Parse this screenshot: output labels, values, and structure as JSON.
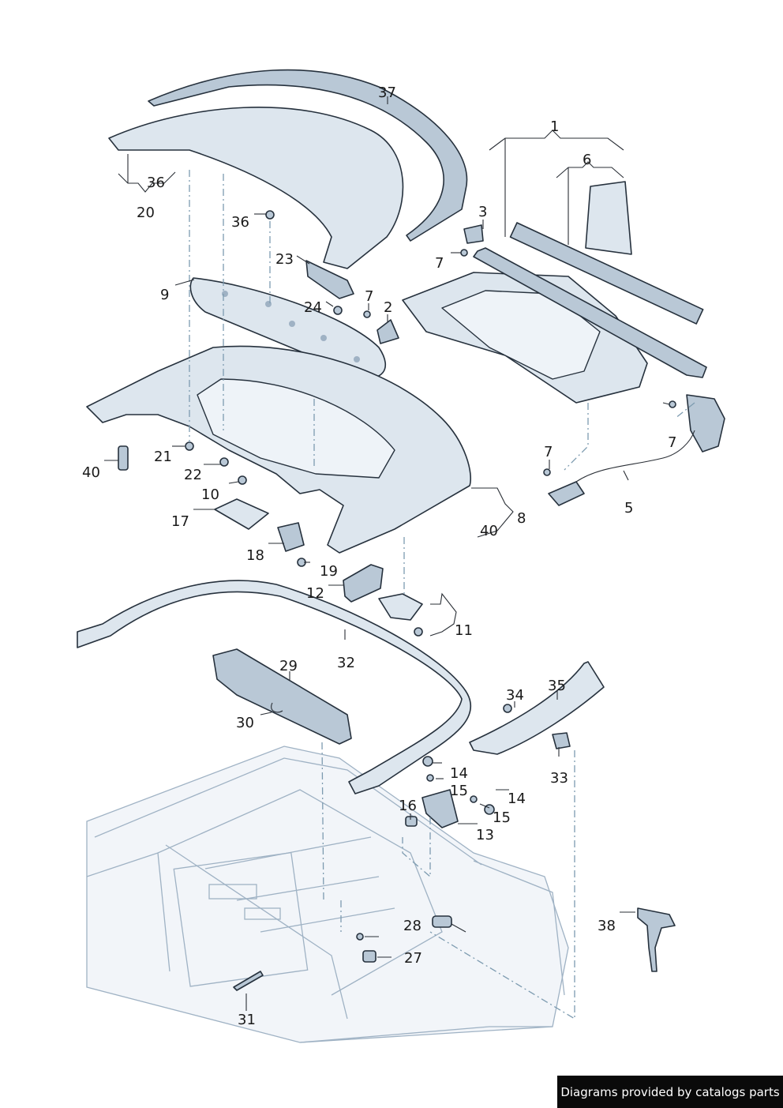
{
  "callouts": [
    {
      "id": "c37",
      "text": "37"
    },
    {
      "id": "c1",
      "text": "1"
    },
    {
      "id": "c6",
      "text": "6"
    },
    {
      "id": "c36a",
      "text": "36"
    },
    {
      "id": "c20",
      "text": "20"
    },
    {
      "id": "c36b",
      "text": "36"
    },
    {
      "id": "c3",
      "text": "3"
    },
    {
      "id": "c23",
      "text": "23"
    },
    {
      "id": "c7a",
      "text": "7"
    },
    {
      "id": "c9",
      "text": "9"
    },
    {
      "id": "c7b",
      "text": "7"
    },
    {
      "id": "c24",
      "text": "24"
    },
    {
      "id": "c2",
      "text": "2"
    },
    {
      "id": "c7c",
      "text": "7"
    },
    {
      "id": "c7d",
      "text": "7"
    },
    {
      "id": "c21",
      "text": "21"
    },
    {
      "id": "c40a",
      "text": "40"
    },
    {
      "id": "c22",
      "text": "22"
    },
    {
      "id": "c10",
      "text": "10"
    },
    {
      "id": "c17",
      "text": "17"
    },
    {
      "id": "c8",
      "text": "8"
    },
    {
      "id": "c5",
      "text": "5"
    },
    {
      "id": "c40b",
      "text": "40"
    },
    {
      "id": "c18",
      "text": "18"
    },
    {
      "id": "c19",
      "text": "19"
    },
    {
      "id": "c12",
      "text": "12"
    },
    {
      "id": "c11",
      "text": "11"
    },
    {
      "id": "c32",
      "text": "32"
    },
    {
      "id": "c29",
      "text": "29"
    },
    {
      "id": "c34",
      "text": "34"
    },
    {
      "id": "c35",
      "text": "35"
    },
    {
      "id": "c30",
      "text": "30"
    },
    {
      "id": "c33",
      "text": "33"
    },
    {
      "id": "c14a",
      "text": "14"
    },
    {
      "id": "c15a",
      "text": "15"
    },
    {
      "id": "c14b",
      "text": "14"
    },
    {
      "id": "c16",
      "text": "16"
    },
    {
      "id": "c15b",
      "text": "15"
    },
    {
      "id": "c13",
      "text": "13"
    },
    {
      "id": "c28",
      "text": "28"
    },
    {
      "id": "c38",
      "text": "38"
    },
    {
      "id": "c27",
      "text": "27"
    },
    {
      "id": "c31",
      "text": "31"
    }
  ],
  "footer": {
    "text": "Diagrams provided by catalogs parts"
  },
  "colors": {
    "part_fill": "#dde6ee",
    "part_shade": "#b9c8d6",
    "outline": "#26313d",
    "dash_line": "#7d9bb0",
    "footer_bg": "#0a0a0a"
  }
}
